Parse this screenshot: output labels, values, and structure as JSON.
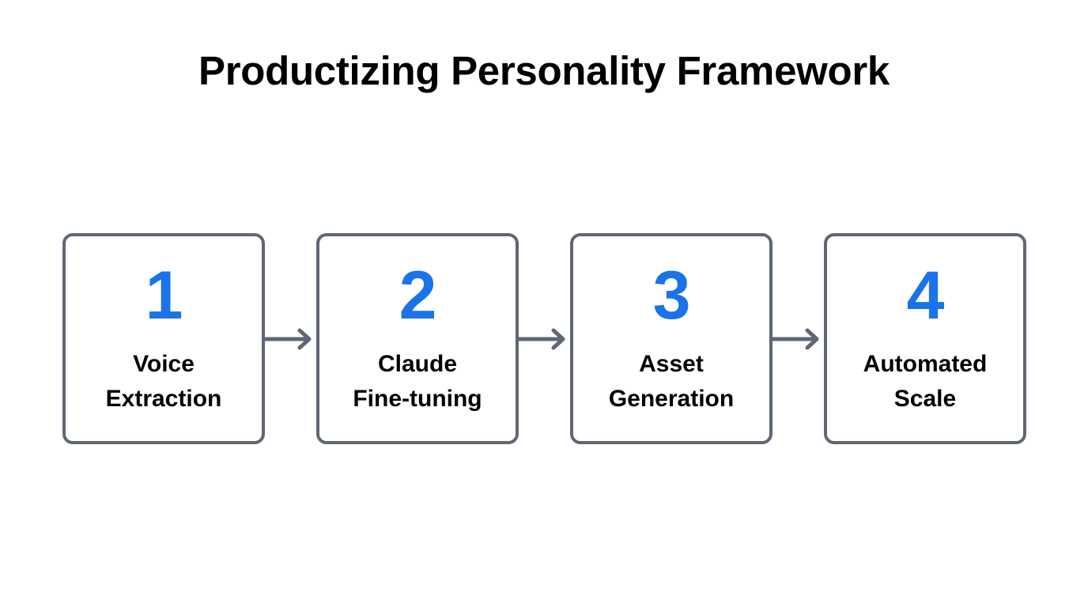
{
  "title": "Productizing Personality Framework",
  "theme": {
    "background": "#ffffff",
    "card_border": "#5f6775",
    "number_color": "#1a73e8",
    "label_color": "#000000",
    "arrow_color": "#5f6775"
  },
  "flow": {
    "steps": [
      {
        "number": "1",
        "label": "Voice\nExtraction",
        "label_line1": "Voice",
        "label_line2": "Extraction"
      },
      {
        "number": "2",
        "label": "Claude\nFine-tuning",
        "label_line1": "Claude",
        "label_line2": "Fine-tuning"
      },
      {
        "number": "3",
        "label": "Asset\nGeneration",
        "label_line1": "Asset",
        "label_line2": "Generation"
      },
      {
        "number": "4",
        "label": "Automated\nScale",
        "label_line1": "Automated",
        "label_line2": "Scale"
      }
    ],
    "connectors": [
      {
        "icon": "arrow-right-icon",
        "from": "1",
        "to": "2"
      },
      {
        "icon": "arrow-right-icon",
        "from": "2",
        "to": "3"
      },
      {
        "icon": "arrow-right-icon",
        "from": "3",
        "to": "4"
      }
    ]
  }
}
